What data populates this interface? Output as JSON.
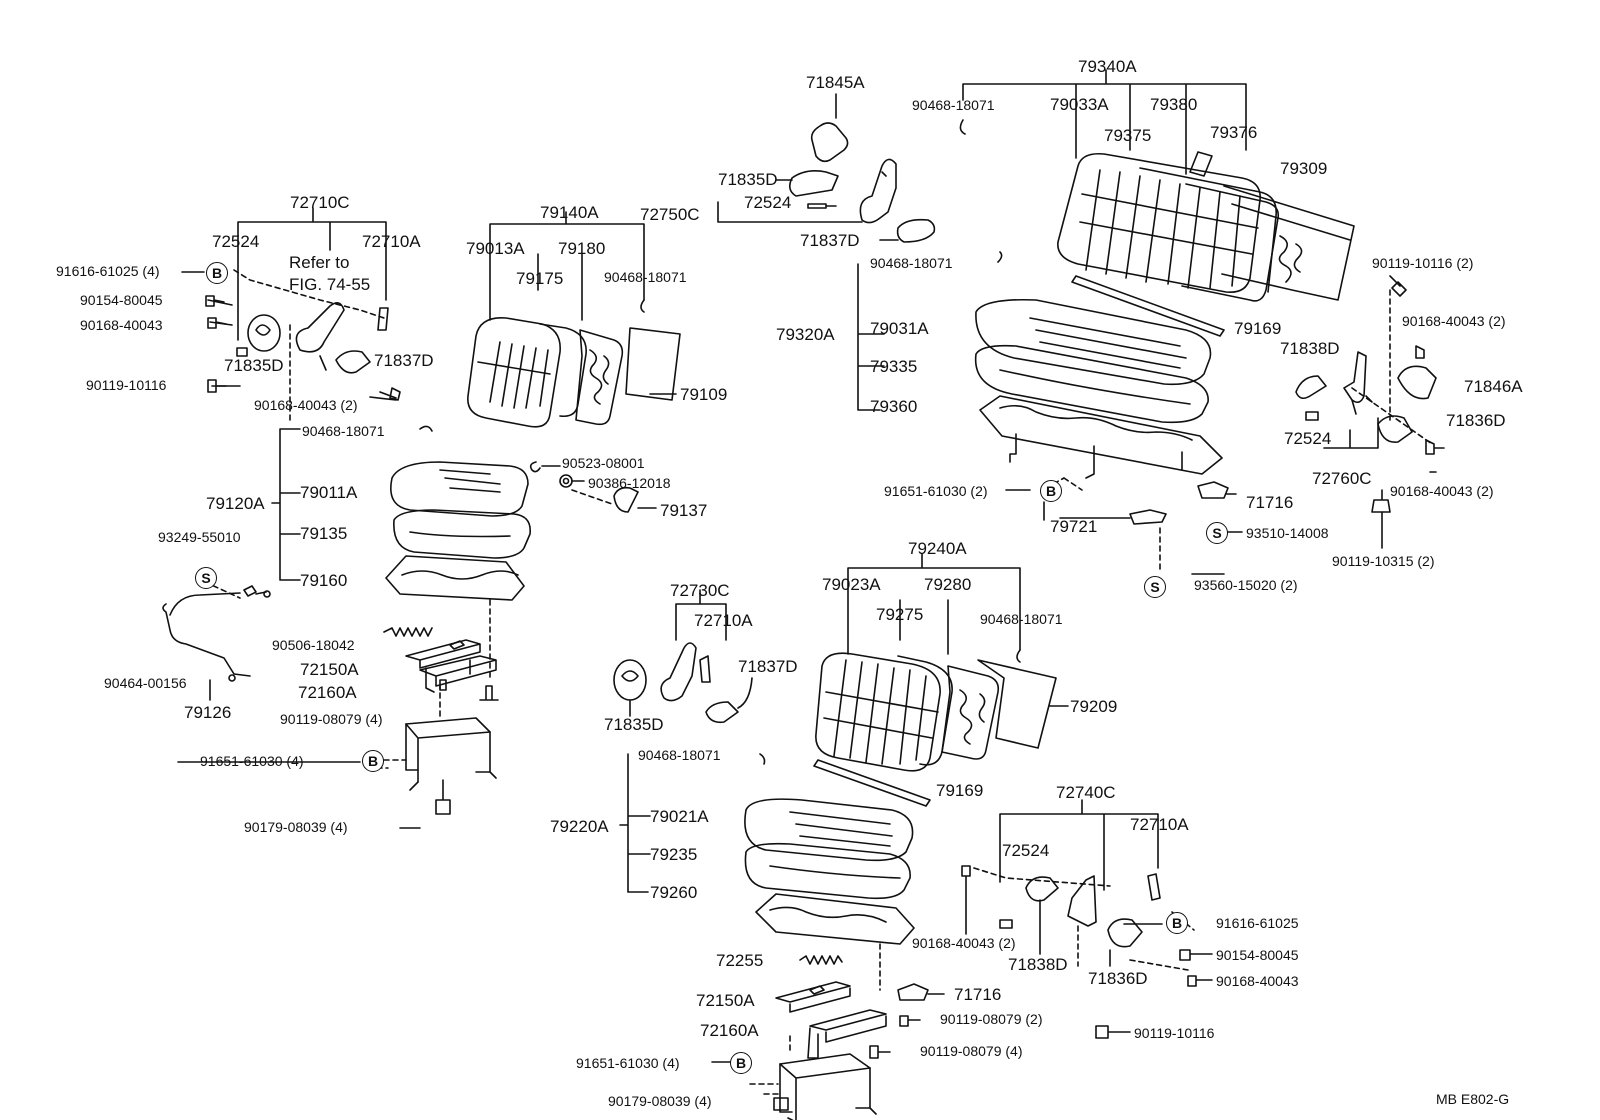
{
  "labels": {
    "p72710C": "72710C",
    "p72524_l": "72524",
    "p72710A_l": "72710A",
    "p91616_61025_4": "91616-61025 (4)",
    "p90154_80045": "90154-80045",
    "p90168_40043_l": "90168-40043",
    "p90119_10116_l": "90119-10116",
    "p71835D_l": "71835D",
    "p71837D_l": "71837D",
    "p90168_40043_2_l": "90168-40043 (2)",
    "p90468_18071_a": "90468-18071",
    "p79120A": "79120A",
    "p79011A": "79011A",
    "p79135": "79135",
    "p79160": "79160",
    "p93249_55010": "93249-55010",
    "p90506_18042": "90506-18042",
    "p72150A_l": "72150A",
    "p72160A_l": "72160A",
    "p90119_08079_4_l": "90119-08079 (4)",
    "p90464_00156": "90464-00156",
    "p79126": "79126",
    "p91651_61030_4_l": "91651-61030 (4)",
    "p90179_08039_4_l": "90179-08039 (4)",
    "p79140A": "79140A",
    "p79013A": "79013A",
    "p79180": "79180",
    "p79175": "79175",
    "p90468_18071_b": "90468-18071",
    "p79109": "79109",
    "p90523_08001": "90523-08001",
    "p90386_12018": "90386-12018",
    "p79137": "79137",
    "p71845A": "71845A",
    "p71835D_t": "71835D",
    "p72524_t": "72524",
    "p72750C": "72750C",
    "p71837D_t": "71837D",
    "p79340A": "79340A",
    "p90468_18071_c": "90468-18071",
    "p79033A": "79033A",
    "p79380": "79380",
    "p79375": "79375",
    "p79376": "79376",
    "p79309": "79309",
    "p90468_18071_d": "90468-18071",
    "p79320A": "79320A",
    "p79031A": "79031A",
    "p79169_a": "79169",
    "p79335": "79335",
    "p79360": "79360",
    "p91651_61030_2": "91651-61030 (2)",
    "p79721": "79721",
    "p71716_a": "71716",
    "p93510_14008": "93510-14008",
    "p93560_15020_2": "93560-15020 (2)",
    "p90119_10116_2": "90119-10116 (2)",
    "p90168_40043_2_r": "90168-40043 (2)",
    "p71838D_r": "71838D",
    "p71846A": "71846A",
    "p71836D_r": "71836D",
    "p72524_r": "72524",
    "p72760C": "72760C",
    "p90168_40043_2_r2": "90168-40043 (2)",
    "p90119_10315_2": "90119-10315 (2)",
    "p72730C": "72730C",
    "p72710A_m": "72710A",
    "p71837D_m": "71837D",
    "p71835D_m": "71835D",
    "p79240A": "79240A",
    "p79023A": "79023A",
    "p79280": "79280",
    "p79275": "79275",
    "p90468_18071_e": "90468-18071",
    "p79209": "79209",
    "p90468_18071_f": "90468-18071",
    "p79169_b": "79169",
    "p79220A": "79220A",
    "p79021A": "79021A",
    "p79235": "79235",
    "p79260": "79260",
    "p72255": "72255",
    "p72150A_b": "72150A",
    "p72160A_b": "72160A",
    "p91651_61030_4_b": "91651-61030 (4)",
    "p90179_08039_4_b": "90179-08039 (4)",
    "p71716_b": "71716",
    "p90119_08079_2": "90119-08079 (2)",
    "p90119_08079_4_b": "90119-08079 (4)",
    "p72740C": "72740C",
    "p72524_b": "72524",
    "p72710A_b": "72710A",
    "p90168_40043_2_b": "90168-40043 (2)",
    "p71838D_b": "71838D",
    "p71836D_b": "71836D",
    "p91616_61025_b": "91616-61025",
    "p90154_80045_b": "90154-80045",
    "p90168_40043_b": "90168-40043",
    "p90119_10116_b": "90119-10116",
    "footer": "MB  E802-G"
  },
  "note": {
    "line1": "Refer to",
    "line2": "FIG. 74-55"
  },
  "markers": {
    "bolt": "B",
    "screw": "S"
  }
}
